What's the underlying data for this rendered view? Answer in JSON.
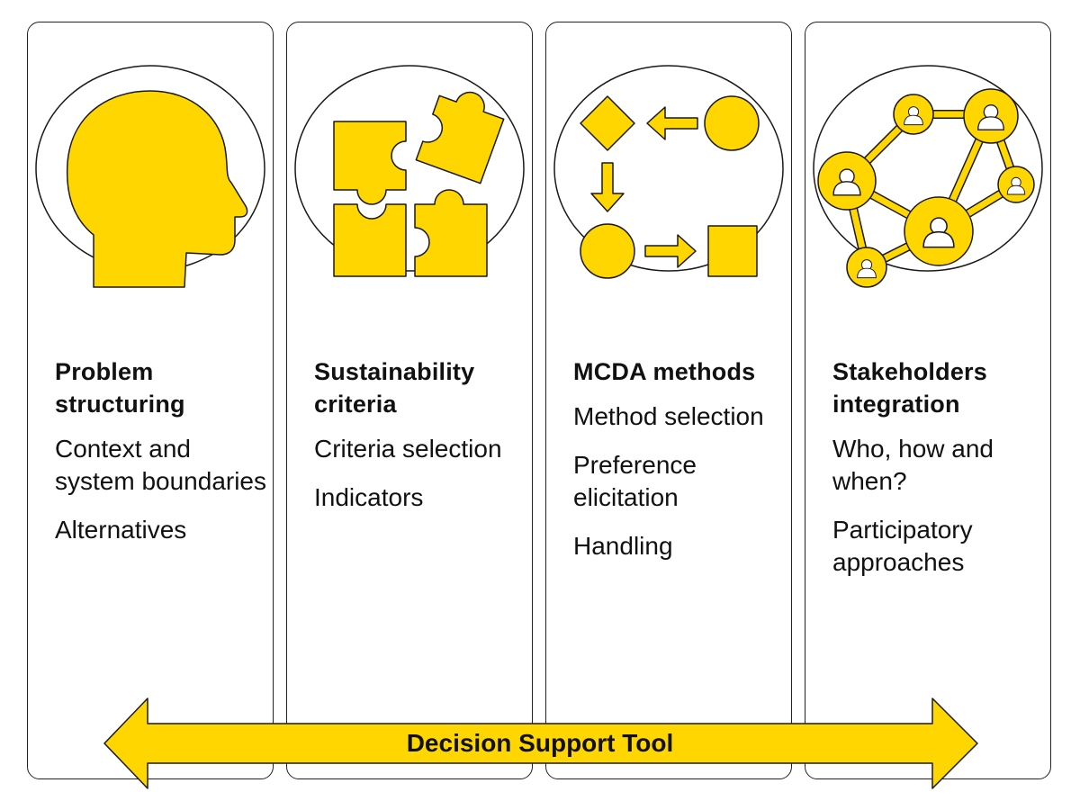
{
  "colors": {
    "accent": "#FFD600",
    "stroke": "#1a1a1a"
  },
  "panels": [
    {
      "heading": "Problem structuring",
      "icon": "head-icon",
      "items": [
        "Context and system boundaries",
        "Alternatives"
      ]
    },
    {
      "heading": "Sustainability criteria",
      "icon": "puzzle-icon",
      "items": [
        "Criteria selection",
        "Indicators"
      ]
    },
    {
      "heading": "MCDA methods",
      "icon": "shapes-flow-icon",
      "items": [
        "Method selection",
        "Preference elicitation",
        "Handling"
      ]
    },
    {
      "heading": "Stakeholders integration",
      "icon": "network-icon",
      "items": [
        "Who, how and when?",
        "Participatory approaches"
      ]
    }
  ],
  "arrow": {
    "label": "Decision Support Tool"
  }
}
